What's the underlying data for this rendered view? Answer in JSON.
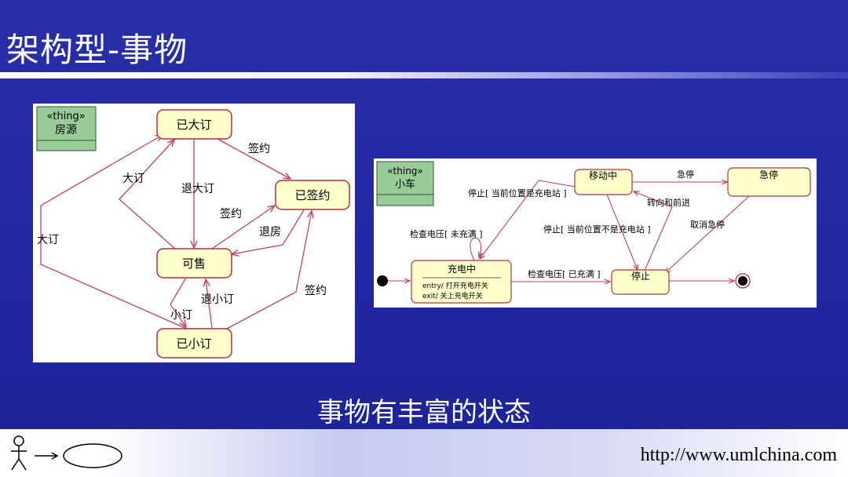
{
  "slide": {
    "title": "架构型-事物",
    "caption": "事物有丰富的状态",
    "footer_url": "http://www.umlchina.com"
  },
  "colors": {
    "background": "#2127a0",
    "state_fill": "#ffffcc",
    "state_border": "#b03040",
    "thing_fill": "#99cc99",
    "arrow": "#c04060"
  },
  "left_diagram": {
    "thing_stereotype": "«thing»",
    "thing_name": "房源",
    "states": {
      "big_order": "已大订",
      "signed": "已签约",
      "for_sale": "可售",
      "small_order": "已小订"
    },
    "transitions": {
      "sign_top": "签约",
      "big_order_inner": "大订",
      "cancel_big_order": "退大订",
      "sign_mid": "签约",
      "return_house": "退房",
      "big_order_outer": "大订",
      "cancel_small_order": "退小订",
      "small_order": "小订",
      "sign_bottom": "签约"
    }
  },
  "right_diagram": {
    "thing_stereotype": "«thing»",
    "thing_name": "小车",
    "states": {
      "charging": "充电中",
      "charging_entry": "entry/ 打开充电开关",
      "charging_exit": "exit/ 关上充电开关",
      "moving": "移动中",
      "emergency": "急停",
      "stopped": "停止"
    },
    "transitions": {
      "stop_at_station": "停止[ 当前位置是充电站 ]",
      "emergency_stop": "急停",
      "turn_forward": "转向和前进",
      "stop_not_station": "停止[ 当前位置不是充电站 ]",
      "cancel_emergency": "取消急停",
      "check_not_full": "检查电压[ 未充满 ]",
      "check_full": "检查电压[ 已充满 ]"
    }
  }
}
